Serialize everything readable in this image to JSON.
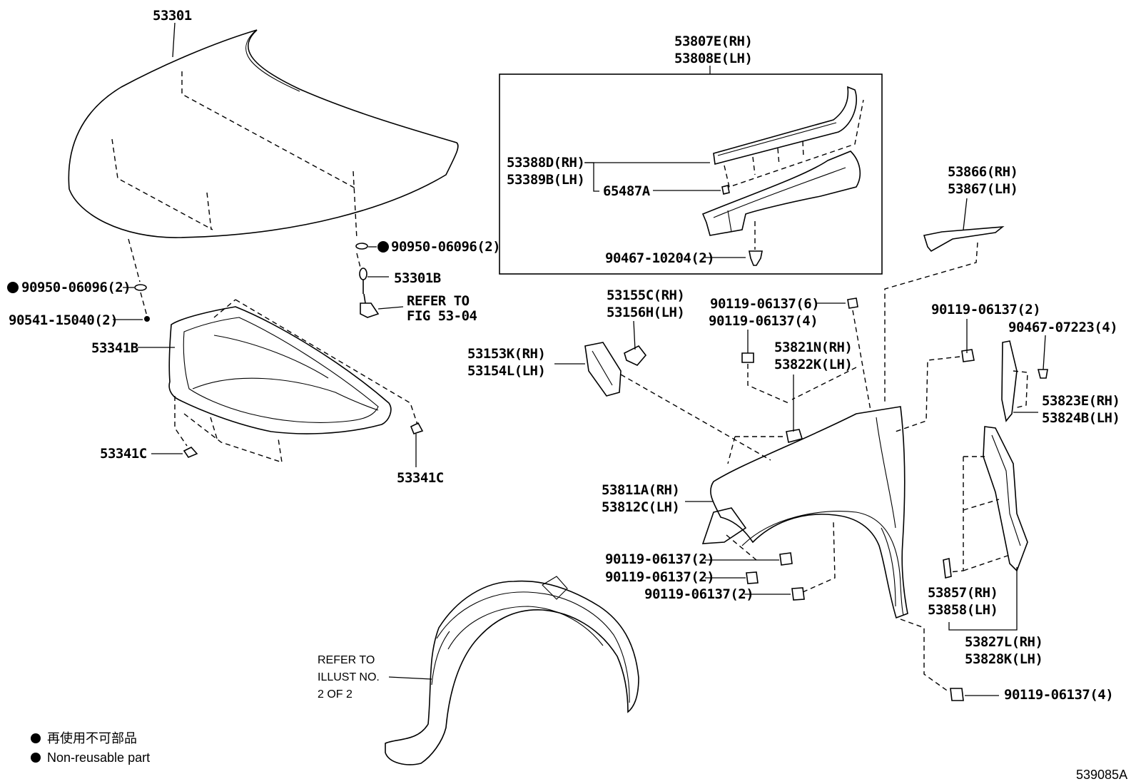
{
  "labels": {
    "p53301": "53301",
    "p53807": "53807E(RH)",
    "p53808": "53808E(LH)",
    "p53388": "53388D(RH)",
    "p53389": "53389B(LH)",
    "p65487": "65487A",
    "p90467_10204": "90467-10204(2)",
    "p53866": "53866(RH)",
    "p53867": "53867(LH)",
    "p90950_right": "90950-06096(2)",
    "p90950_left": "90950-06096(2)",
    "p53301B": "53301B",
    "refer_fig_1": "REFER TO",
    "refer_fig_2": "FIG 53-04",
    "p90541": "90541-15040(2)",
    "p53341B": "53341B",
    "p53341C_left": "53341C",
    "p53341C_right": "53341C",
    "p53155": "53155C(RH)",
    "p53156": "53156H(LH)",
    "p53153": "53153K(RH)",
    "p53154": "53154L(LH)",
    "p90119_6": "90119-06137(6)",
    "p90119_4a": "90119-06137(4)",
    "p53821": "53821N(RH)",
    "p53822": "53822K(LH)",
    "p90119_2a": "90119-06137(2)",
    "p90467_07223": "90467-07223(4)",
    "p53823": "53823E(RH)",
    "p53824": "53824B(LH)",
    "p53811": "53811A(RH)",
    "p53812": "53812C(LH)",
    "p90119_2b": "90119-06137(2)",
    "p90119_2c": "90119-06137(2)",
    "p90119_2d": "90119-06137(2)",
    "p53857": "53857(RH)",
    "p53858": "53858(LH)",
    "p53827": "53827L(RH)",
    "p53828": "53828K(LH)",
    "p90119_4b": "90119-06137(4)",
    "refer_illust_1": "REFER TO",
    "refer_illust_2": "ILLUST NO.",
    "refer_illust_3": "2 OF 2"
  },
  "legend": {
    "line_jp": "再使用不可部品",
    "line_en": "Non-reusable part"
  },
  "figure_id": "539085A"
}
